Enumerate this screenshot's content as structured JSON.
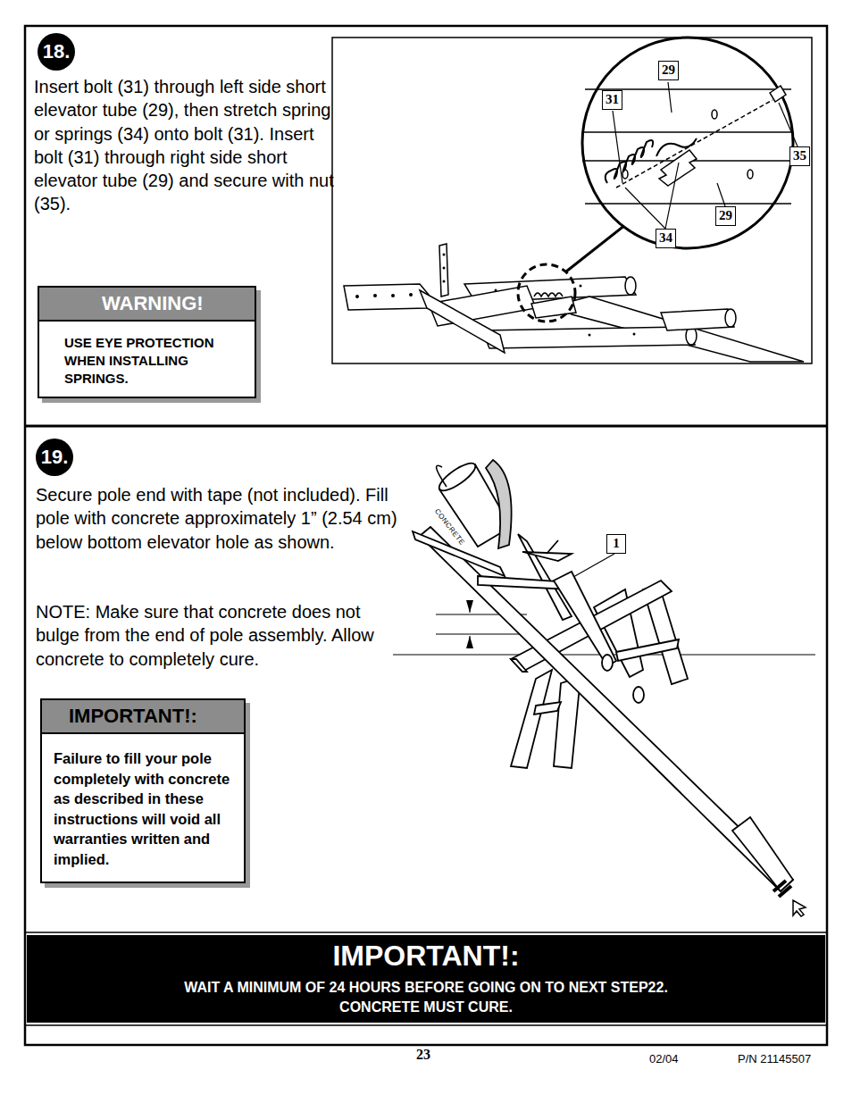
{
  "diagram": {
    "nodes": [
      {
        "text": [
          "18."
        ]
      },
      {
        "text": [
          "WARNING!",
          "USE EYE PROTECTION WHEN INSTALLING SPRINGS."
        ]
      },
      {
        "text": [
          "19."
        ]
      },
      {
        "text": [
          "IMPORTANT!:",
          "Failure to fill your pole completely with concrete as described in these instructions will void all warranties written and implied."
        ]
      },
      {
        "text": [
          "IMPORTANT!:",
          "WAIT A MINIMUM OF 24 HOURS BEFORE GOING ON TO NEXT STEP22.",
          "CONCRETE MUST CURE."
        ]
      }
    ],
    "labels": [
      "Insert bolt (31) through left side short elevator tube (29), then stretch spring or springs (34) onto bolt (31). Insert bolt (31) through right side short elevator tube (29) and secure with nut (35).",
      "Secure pole end with tape (not included). Fill pole with concrete approximately 1” (2.54 cm) below bottom elevator hole as shown.",
      "NOTE: Make sure that concrete does not bulge from the end of pole assembly. Allow concrete to completely cure.",
      "29",
      "31",
      "35",
      "29",
      "34",
      "1",
      "CONCRETE",
      "23",
      "02/04",
      "P/N 21145507"
    ]
  }
}
